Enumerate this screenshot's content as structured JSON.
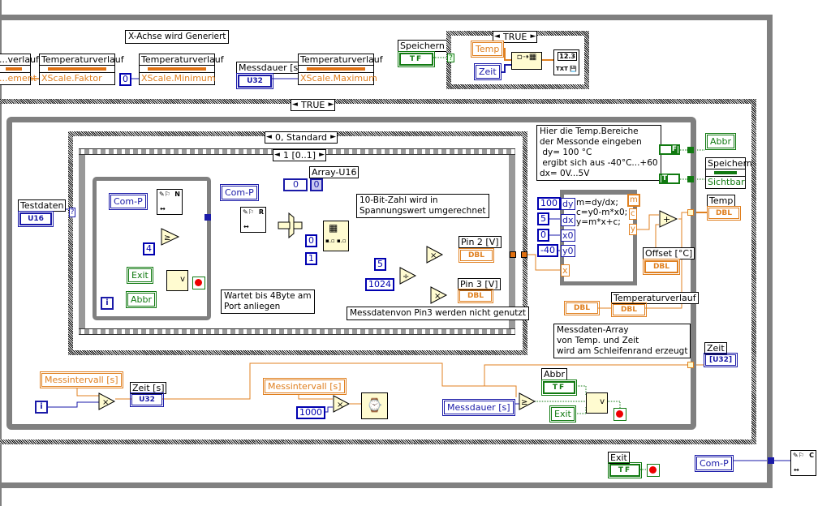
{
  "top_section": {
    "comment_x_axis": "X-Achse wird Generiert",
    "prop_nodes": [
      {
        "header": "...verlauf",
        "value": "...ement"
      },
      {
        "header": "Temperaturverlauf",
        "value": "XScale.Faktor"
      },
      {
        "header": "Temperaturverlauf",
        "value": "XScale.Minimum"
      },
      {
        "header": "Temperaturverlauf",
        "value": "XScale.Maximum"
      }
    ],
    "const_zero": "0",
    "messdauer_label": "Messdauer [s]",
    "messdauer_type": "U32",
    "speichern_label": "Speichern",
    "speichern_type": "TF",
    "case_selector": "TRUE",
    "temp_local": "Temp",
    "zeit_local": "Zeit",
    "selector_question": "?",
    "write_file_icon_text": "12.3"
  },
  "main_case": {
    "selector": "TRUE",
    "testdaten_label": "Testdaten",
    "testdaten_type": "U16",
    "selector_question": "?"
  },
  "sequence": {
    "outer_selector": "0, Standard",
    "inner_selector": "1 [0..1]",
    "inner_loop": {
      "com_p_label": "Com-P",
      "const_4": "4",
      "exit_label": "Exit",
      "abbr_label": "Abbr",
      "iteration": "i",
      "comment": "Wartet bis 4Byte am\nPort anliegen"
    },
    "com_p_read": "Com-P",
    "array_label": "Array-U16",
    "array_index": "0",
    "array_value": "0",
    "const_0": "0",
    "const_1": "1",
    "const_5": "5",
    "const_1024": "1024",
    "comment_conversion": "10-Bit-Zahl wird in\nSpannungswert umgerechnet",
    "pin2_label": "Pin 2 [V]",
    "pin3_label": "Pin 3 [V]",
    "dbl_type": "DBL",
    "comment_pin3": "Messdatenvon Pin3 werden nicht genutzt"
  },
  "formula": {
    "comment": "Hier die Temp.Bereiche\nder Messonde eingeben\n dy= 100 °C\n ergibt sich aus -40°C...+60\ndx= 0V...5V",
    "inputs": [
      {
        "const": "100",
        "name": "dy"
      },
      {
        "const": "5",
        "name": "dx"
      },
      {
        "const": "0",
        "name": "x0"
      },
      {
        "const": "-40",
        "name": "y0"
      }
    ],
    "x_input": "x",
    "code": "m=dy/dx;\nc=y0-m*x0;\ny=m*x+c;",
    "outputs": [
      "m",
      "c",
      "y"
    ],
    "offset_label": "Offset [°C]",
    "temperaturverlauf_label": "Temperaturverlauf",
    "dbl_type": "DBL"
  },
  "right_side": {
    "abbr_label": "Abbr",
    "speichern_prop_header": "Speichern",
    "speichern_prop_value": "Sichtbar",
    "false_const": "F",
    "true_const": "T",
    "temp_label": "Temp",
    "temp_type": "DBL",
    "zeit_label": "Zeit",
    "zeit_type": "[U32]",
    "comment_array": "Messdaten-Array\nvon Temp. und Zeit\nwird am Schleifenrand erzeugt"
  },
  "bottom_section": {
    "messintervall_1": "Messintervall [s]",
    "iteration": "i",
    "zeit_s_label": "Zeit [s]",
    "zeit_s_type": "U32",
    "messintervall_2": "Messintervall [s]",
    "const_1000": "1000",
    "messdauer_local": "Messdauer [s]",
    "abbr_label": "Abbr",
    "abbr_type": "TF",
    "exit_label": "Exit"
  },
  "footer": {
    "exit_label": "Exit",
    "exit_type": "TF",
    "com_p": "Com-P"
  },
  "colors": {
    "frame_gray": "#808080",
    "numeric_blue": "#1a1aa8",
    "dbl_orange": "#e08020",
    "boolean_green": "#117a11",
    "node_yellow": "#fffbd0"
  }
}
